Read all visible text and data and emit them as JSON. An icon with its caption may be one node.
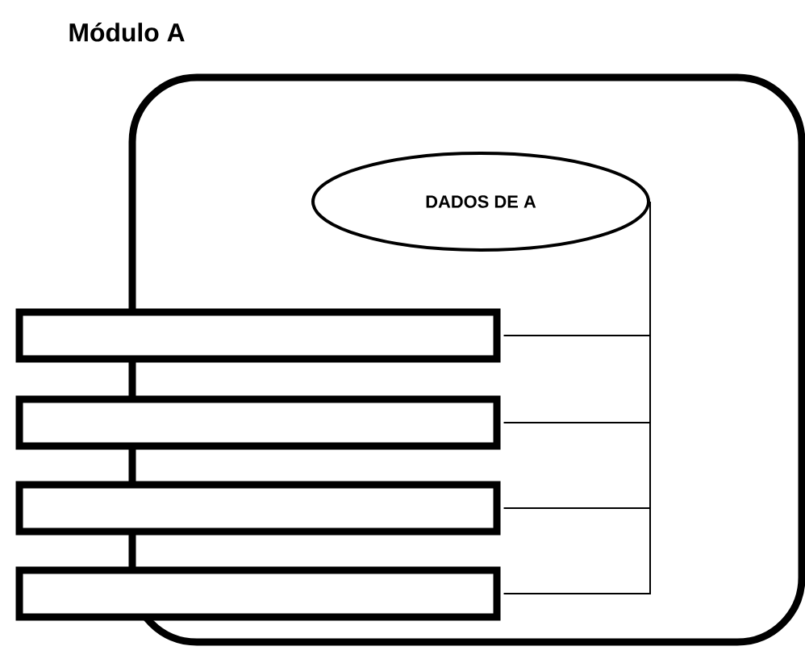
{
  "diagram": {
    "nodes": [
      {
        "text": [
          "Módulo A"
        ]
      },
      {
        "text": [
          "DADOS DE A"
        ],
        "in": 0
      },
      {
        "text": [],
        "shape": "box"
      },
      {
        "text": [],
        "shape": "box"
      },
      {
        "text": [],
        "shape": "box"
      },
      {
        "text": [],
        "shape": "box"
      }
    ],
    "edges": [
      {
        "from": 1,
        "to": 2,
        "arrow": "none"
      },
      {
        "from": 1,
        "to": 3,
        "arrow": "none"
      },
      {
        "from": 1,
        "to": 4,
        "arrow": "none"
      },
      {
        "from": 1,
        "to": 5,
        "arrow": "none"
      }
    ]
  }
}
